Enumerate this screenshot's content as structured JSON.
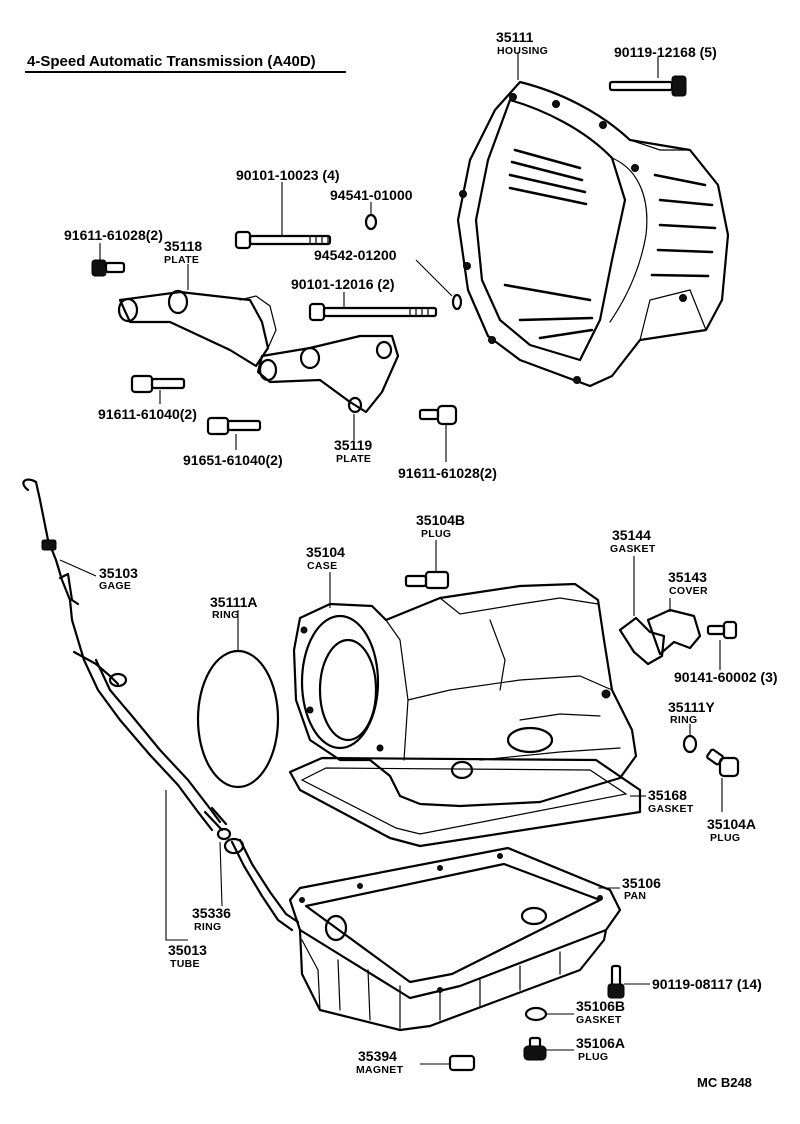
{
  "title": "4-Speed Automatic Transmission (A40D)",
  "code": "MC  B248",
  "parts": [
    {
      "id": "p35111",
      "number": "35111",
      "name": "HOUSING"
    },
    {
      "id": "p90119a",
      "number": "90119-12168 (5)"
    },
    {
      "id": "p90101a",
      "number": "90101-10023 (4)"
    },
    {
      "id": "p94541",
      "number": "94541-01000"
    },
    {
      "id": "p91611a",
      "number": "91611-61028(2)"
    },
    {
      "id": "p35118",
      "number": "35118",
      "name": "PLATE"
    },
    {
      "id": "p94542",
      "number": "94542-01200"
    },
    {
      "id": "p90101b",
      "number": "90101-12016 (2)"
    },
    {
      "id": "p91611b",
      "number": "91611-61040(2)"
    },
    {
      "id": "p91651",
      "number": "91651-61040(2)"
    },
    {
      "id": "p35119",
      "number": "35119",
      "name": "PLATE"
    },
    {
      "id": "p91611c",
      "number": "91611-61028(2)"
    },
    {
      "id": "p35104B",
      "number": "35104B",
      "name": "PLUG"
    },
    {
      "id": "p35103",
      "number": "35103",
      "name": "GAGE"
    },
    {
      "id": "p35104",
      "number": "35104",
      "name": "CASE"
    },
    {
      "id": "p35144",
      "number": "35144",
      "name": "GASKET"
    },
    {
      "id": "p35143",
      "number": "35143",
      "name": "COVER"
    },
    {
      "id": "p35111A",
      "number": "35111A",
      "name": "RING"
    },
    {
      "id": "p90141",
      "number": "90141-60002 (3)"
    },
    {
      "id": "p35111Y",
      "number": "35111Y",
      "name": "RING"
    },
    {
      "id": "p35168",
      "number": "35168",
      "name": "GASKET"
    },
    {
      "id": "p35104A",
      "number": "35104A",
      "name": "PLUG"
    },
    {
      "id": "p35106",
      "number": "35106",
      "name": "PAN"
    },
    {
      "id": "p35336",
      "number": "35336",
      "name": "RING"
    },
    {
      "id": "p35013",
      "number": "35013",
      "name": "TUBE"
    },
    {
      "id": "p90119b",
      "number": "90119-08117 (14)"
    },
    {
      "id": "p35106B",
      "number": "35106B",
      "name": "GASKET"
    },
    {
      "id": "p35394",
      "number": "35394",
      "name": "MAGNET"
    },
    {
      "id": "p35106A",
      "number": "35106A",
      "name": "PLUG"
    }
  ]
}
